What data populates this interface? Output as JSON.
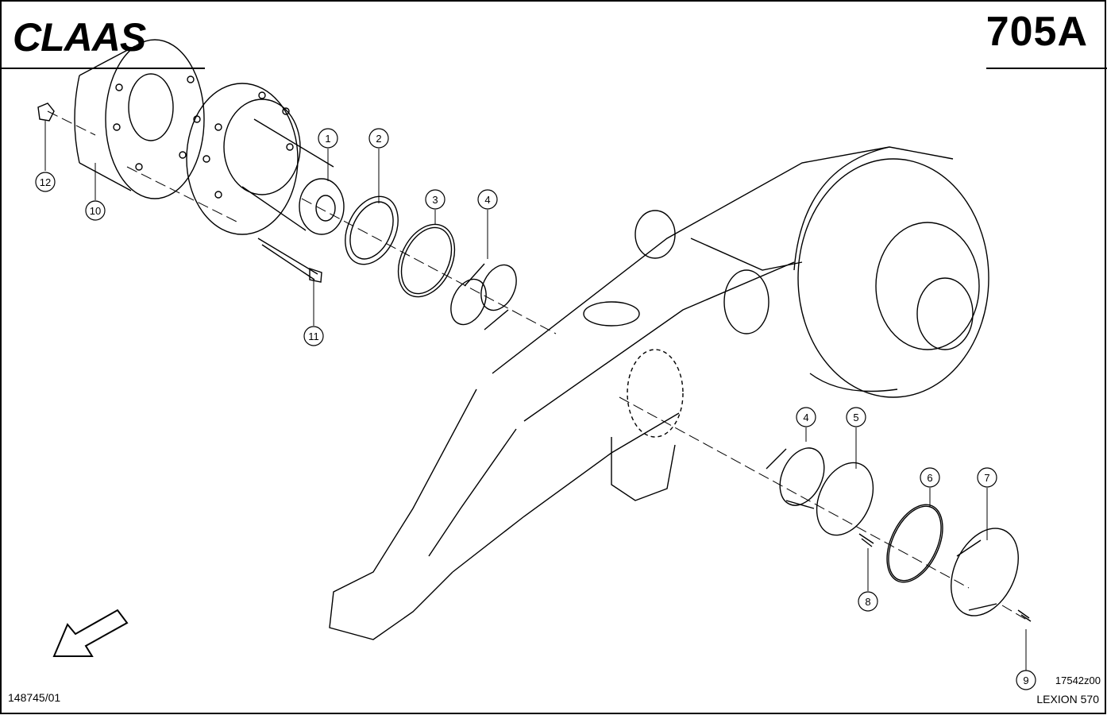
{
  "header": {
    "brand": "CLAAS",
    "sheet_number": "705A"
  },
  "footer": {
    "drawing_id": "148745/01",
    "image_ref": "17542z00",
    "model": "LEXION 570"
  },
  "callouts": [
    "1",
    "2",
    "3",
    "4",
    "4",
    "5",
    "6",
    "7",
    "8",
    "9",
    "10",
    "11",
    "12"
  ],
  "icons": {
    "direction_arrow": "front-direction-arrow-icon"
  }
}
